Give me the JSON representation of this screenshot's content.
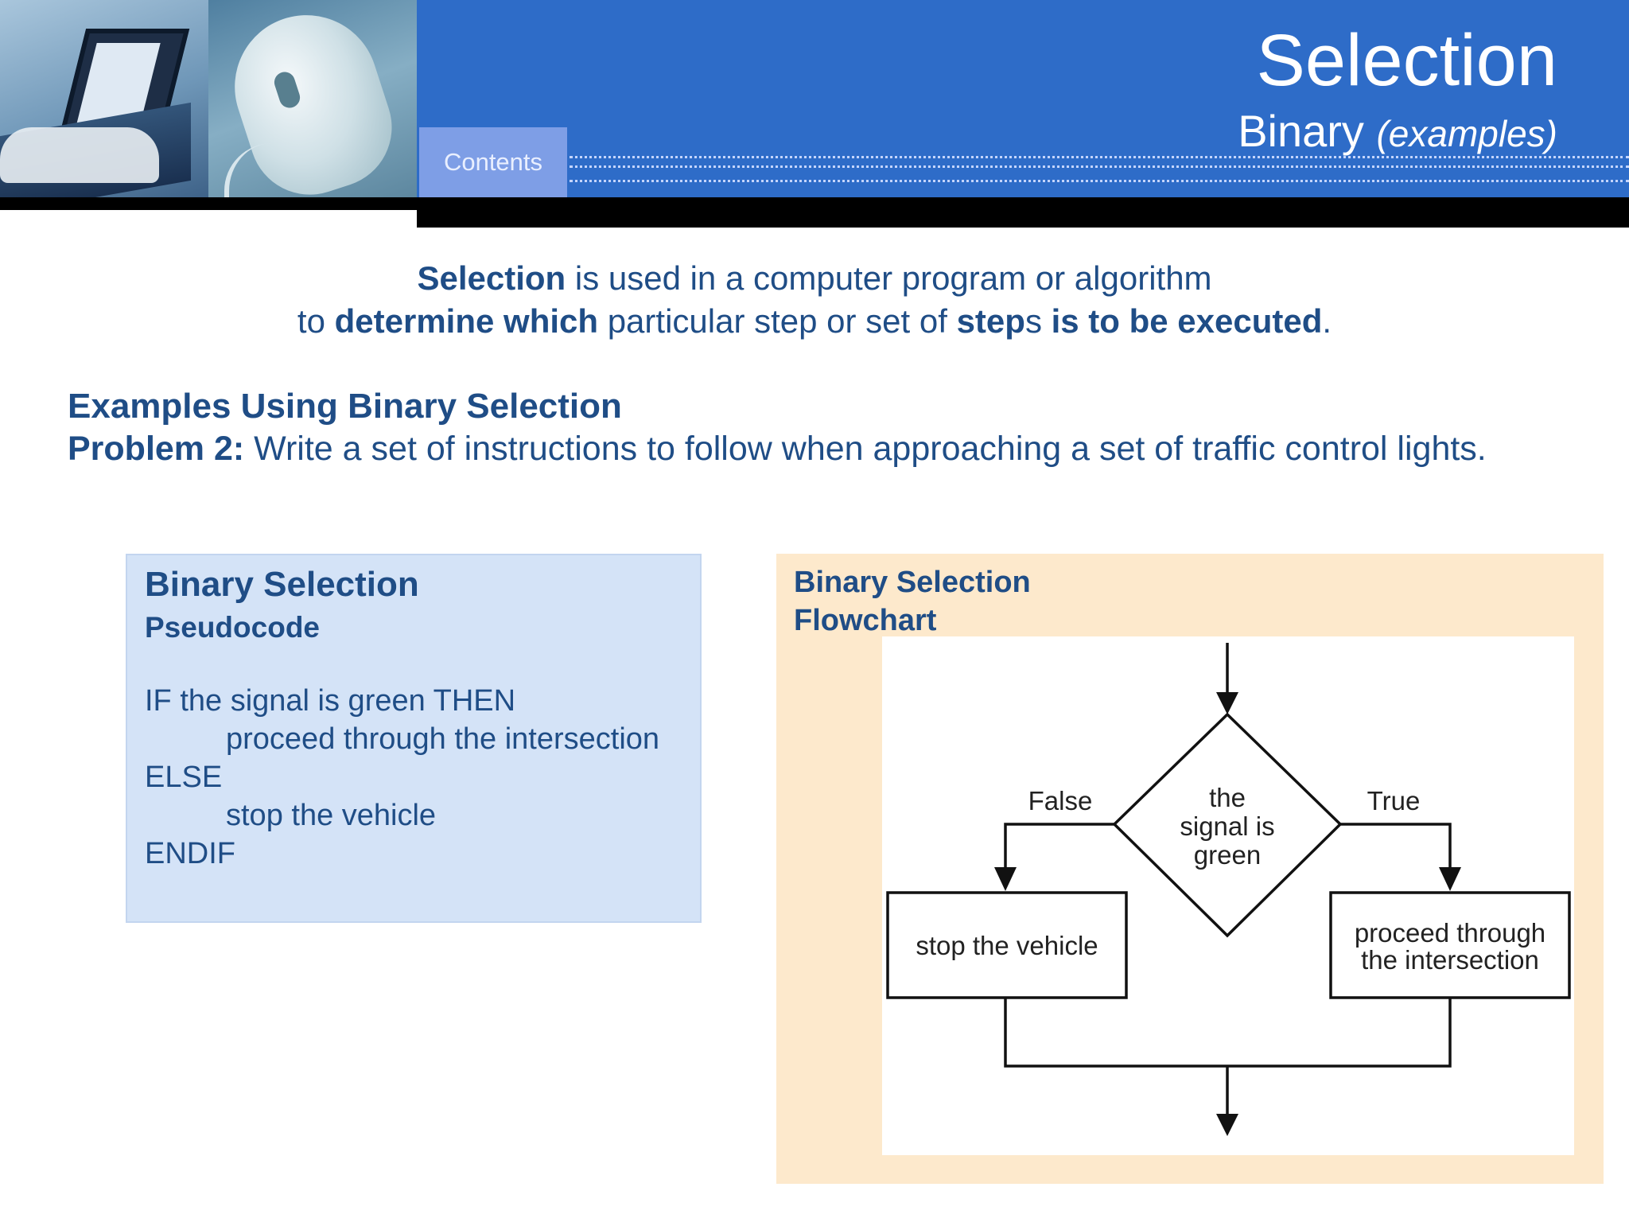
{
  "header": {
    "title": "Selection",
    "subtitle_main": "Binary",
    "subtitle_italic": "(examples)",
    "contents_tab": "Contents",
    "brand_color": "#2e6cc8"
  },
  "intro": {
    "line1_bold": "Selection",
    "line1_rest": " is used in a computer program or algorithm",
    "line2_a": "to ",
    "line2_b_bold": "determine which",
    "line2_c": " particular step or set of ",
    "line2_d_bold": "step",
    "line2_e": "s ",
    "line2_f_bold": "is to be executed",
    "line2_g": "."
  },
  "examples": {
    "heading": "Examples Using Binary Selection",
    "problem_label": "Problem 2:",
    "problem_text": " Write a set of instructions to follow when approaching a set of traffic control lights."
  },
  "pseudocode": {
    "title": "Binary Selection",
    "subtitle": "Pseudocode",
    "lines": [
      "IF the signal is green THEN",
      "proceed through the intersection",
      "ELSE",
      "stop the vehicle",
      "ENDIF"
    ]
  },
  "flowchart": {
    "title_line1": "Binary Selection",
    "title_line2": "Flowchart",
    "decision_line1": "the",
    "decision_line2": "signal is",
    "decision_line3": "green",
    "false_label": "False",
    "true_label": "True",
    "false_box": "stop the vehicle",
    "true_box_line1": "proceed through",
    "true_box_line2": "the intersection"
  }
}
